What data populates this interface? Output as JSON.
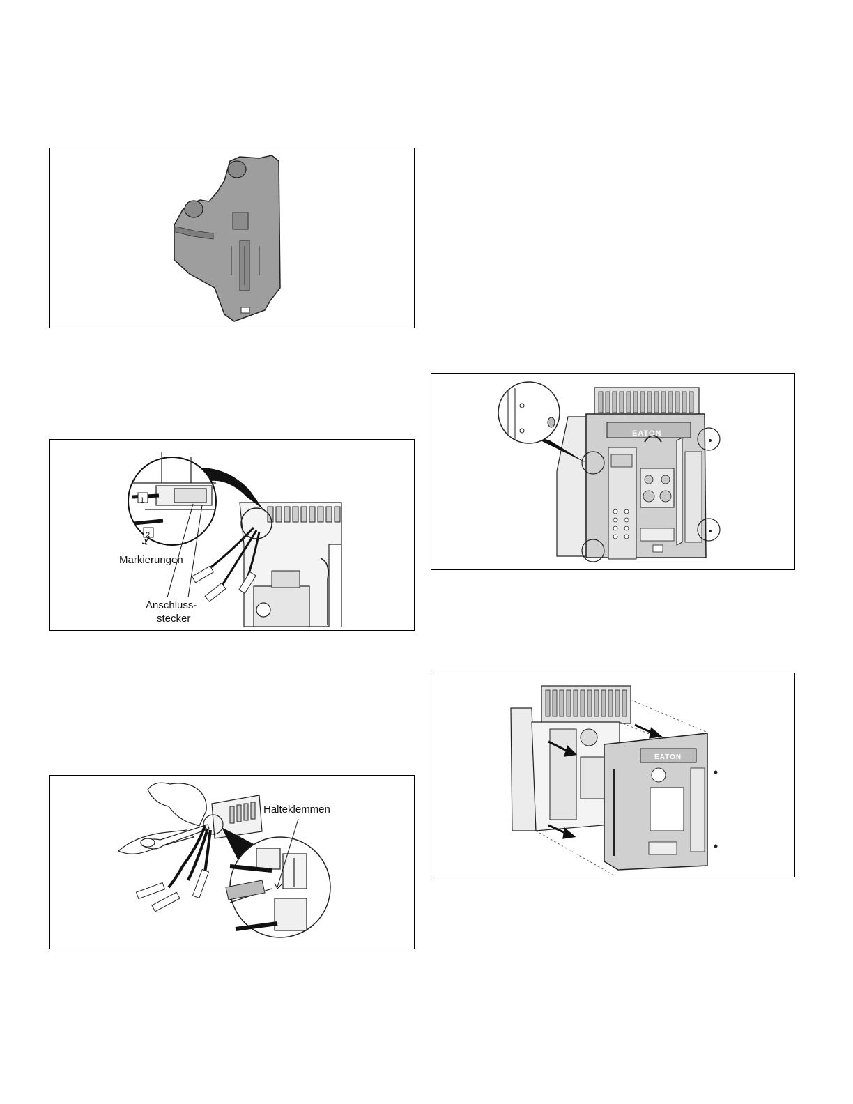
{
  "figures": [
    {
      "id": "cover-plate",
      "labels": []
    },
    {
      "id": "connector-plugs",
      "labels": {
        "markings": "Markierungen",
        "plug_line1": "Anschluss-",
        "plug_line2": "stecker",
        "wire1": "1",
        "wire2": "2"
      }
    },
    {
      "id": "retaining-clips",
      "labels": {
        "clips": "Halteklemmen"
      }
    },
    {
      "id": "breaker-screws",
      "labels": []
    },
    {
      "id": "breaker-cover-removed",
      "labels": []
    }
  ],
  "brand": "EATON",
  "colors": {
    "cover_gray": "#9a9a9a",
    "panel_gray": "#d4d4d4",
    "line": "#111111"
  }
}
